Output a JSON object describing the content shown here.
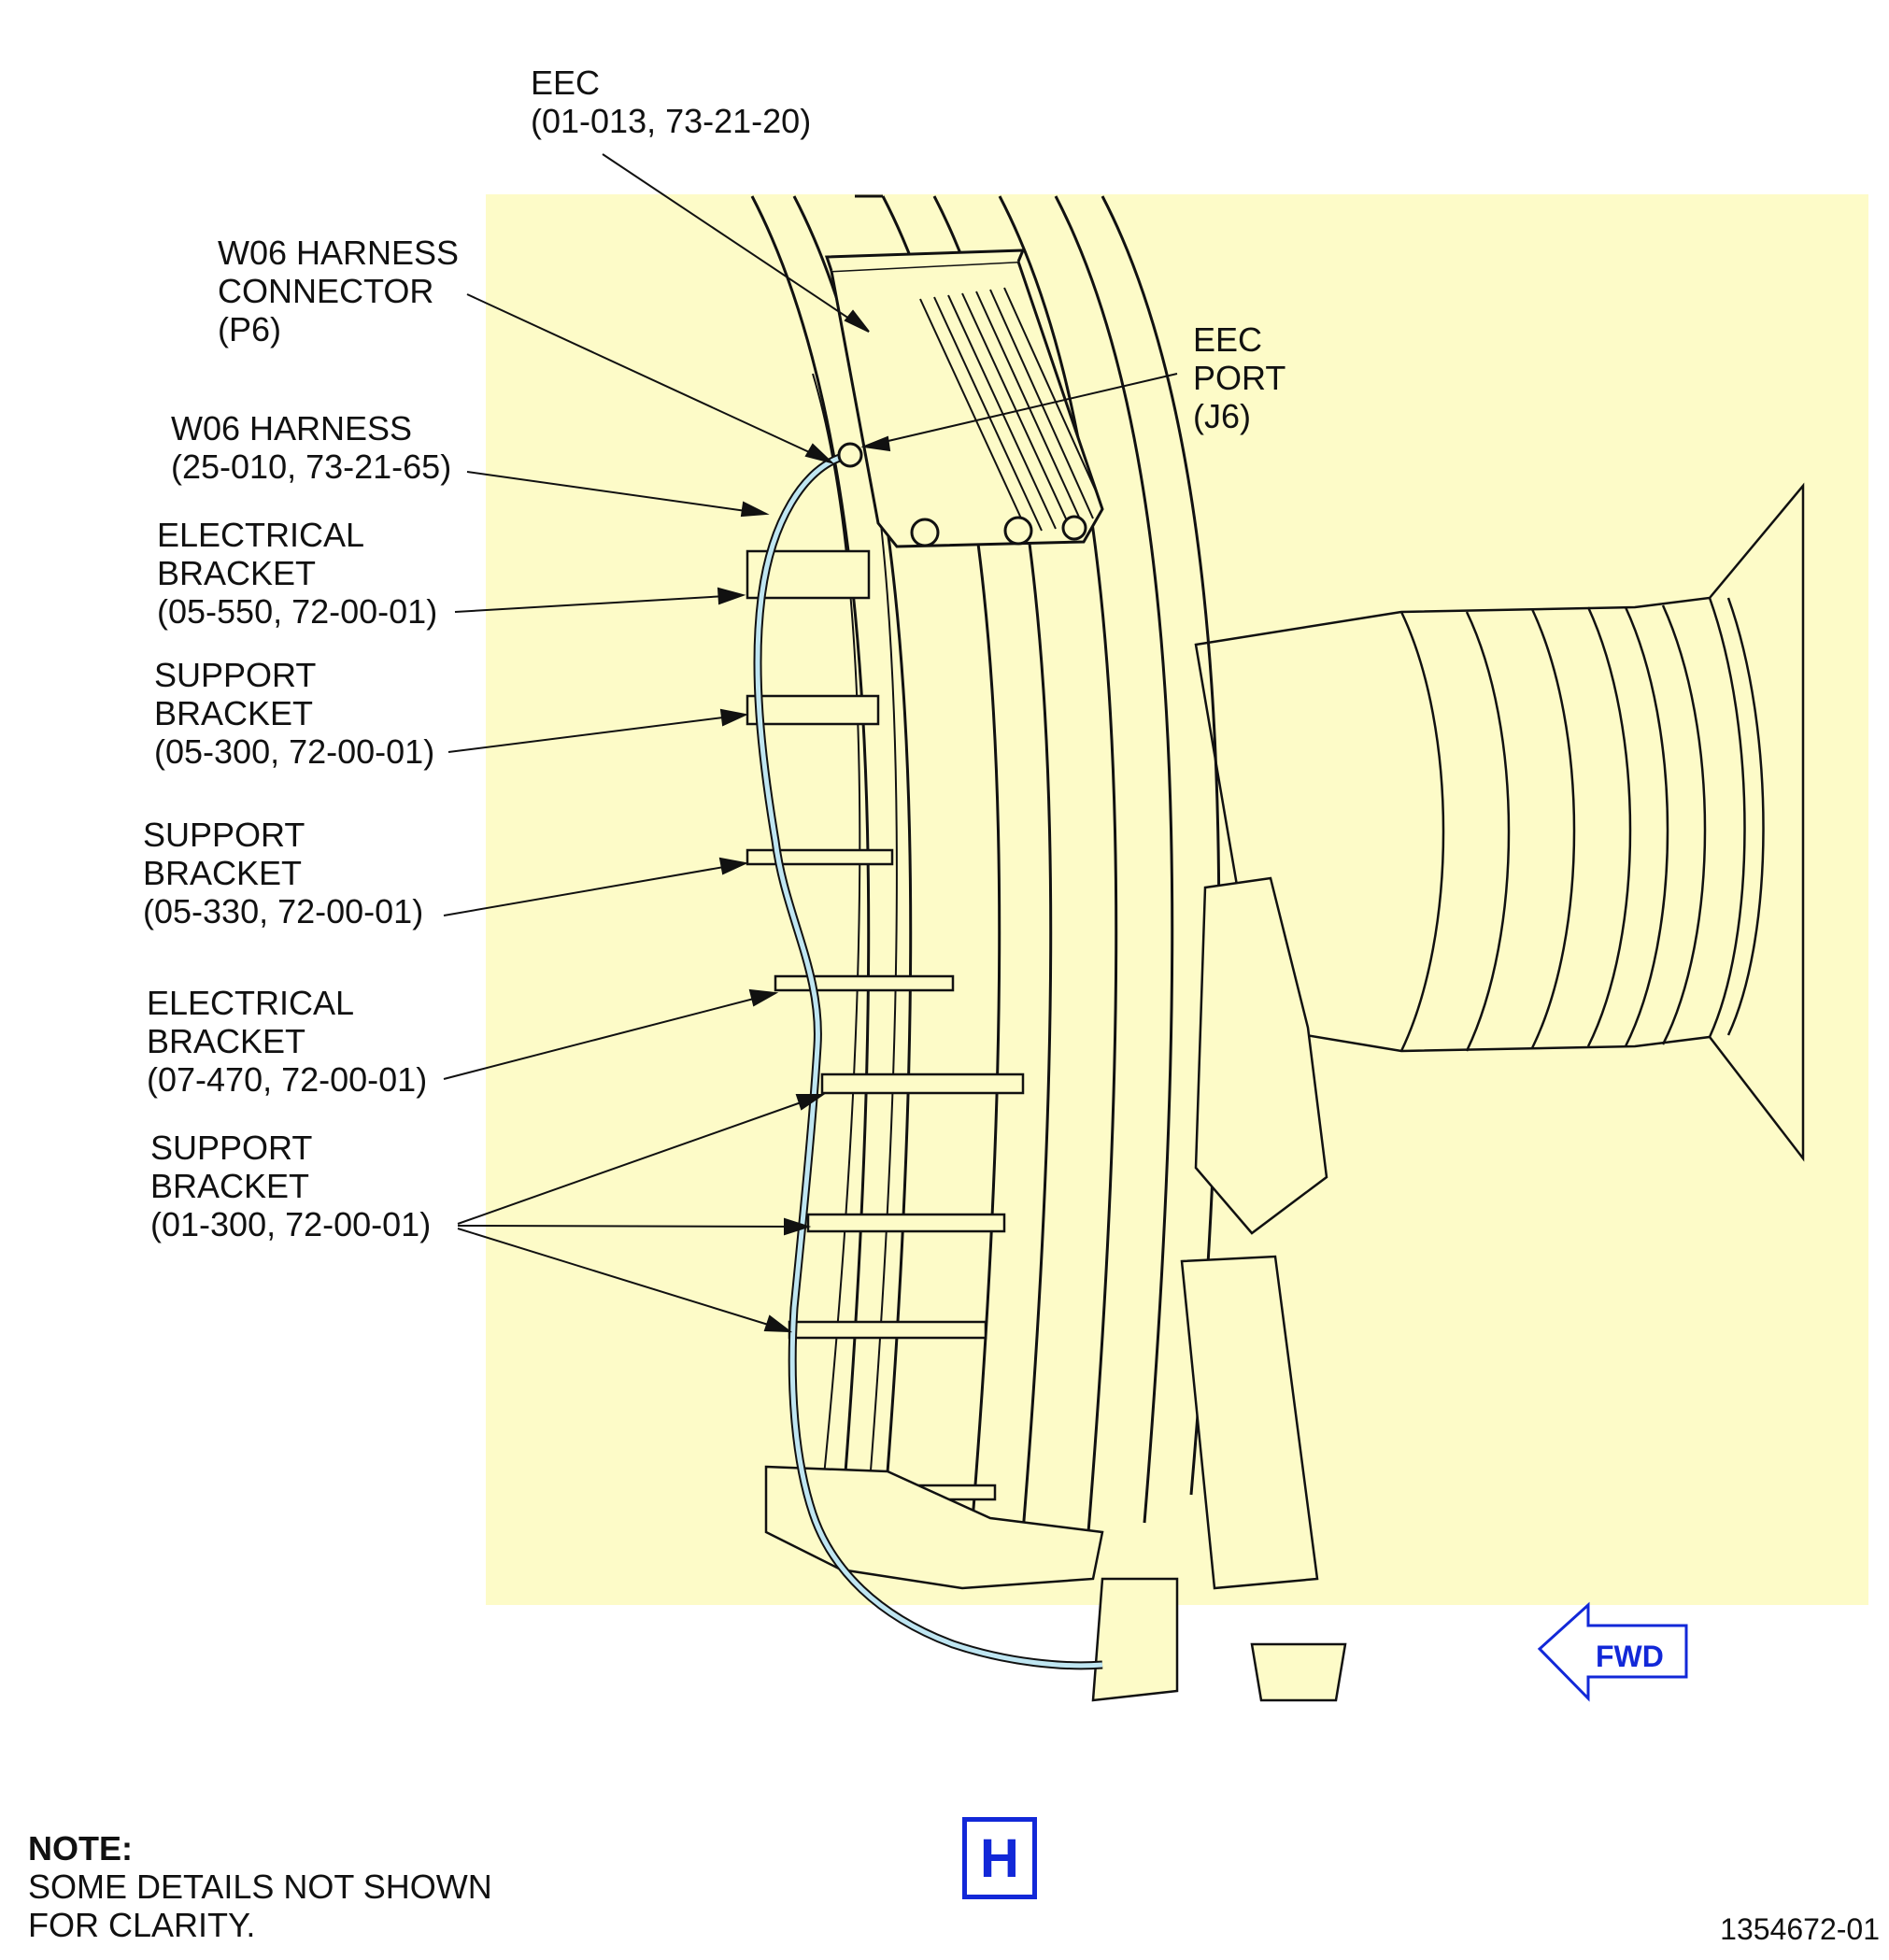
{
  "callouts": {
    "eec": "EEC\n(01-013, 73-21-20)",
    "w06_connector": "W06 HARNESS\nCONNECTOR\n(P6)",
    "eec_port": "EEC\nPORT\n(J6)",
    "w06_harness": "W06 HARNESS\n(25-010, 73-21-65)",
    "elec_bracket_1": "ELECTRICAL\nBRACKET\n(05-550, 72-00-01)",
    "support_bracket_1": "SUPPORT\nBRACKET\n(05-300, 72-00-01)",
    "support_bracket_2": "SUPPORT\nBRACKET\n(05-330, 72-00-01)",
    "elec_bracket_2": "ELECTRICAL\nBRACKET\n(07-470, 72-00-01)",
    "support_bracket_3": "SUPPORT\nBRACKET\n(01-300, 72-00-01)"
  },
  "note": {
    "heading": "NOTE:",
    "text": "SOME DETAILS NOT SHOWN\nFOR CLARITY."
  },
  "view_letter": "H",
  "fwd_label": "FWD",
  "figure_number": "1354672-01",
  "colors": {
    "panel": "#fdfbc8",
    "line": "#111111",
    "harness": "#bfe6f2",
    "accent": "#1228d8"
  }
}
